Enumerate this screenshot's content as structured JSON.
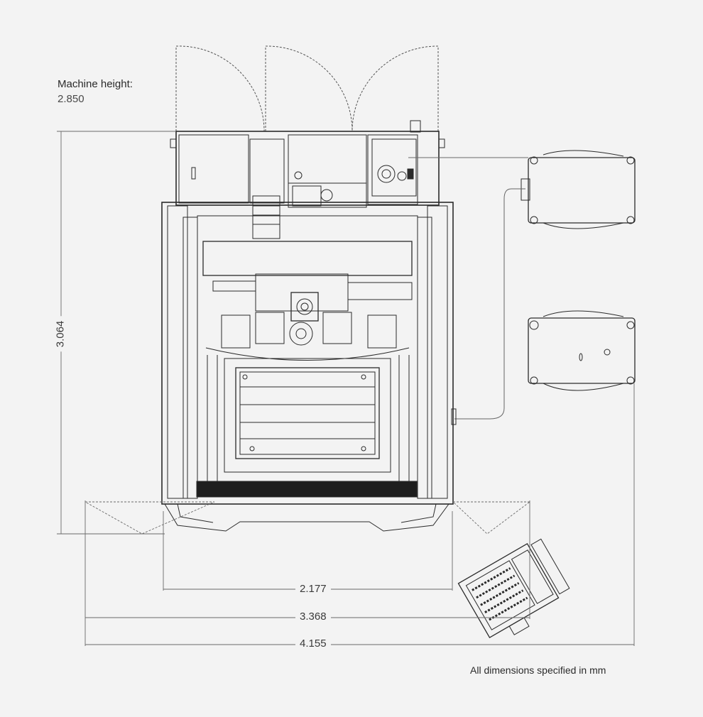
{
  "machine_height": {
    "label": "Machine height:",
    "value": "2.850"
  },
  "dimensions": {
    "depth": "3.064",
    "width_machine": "2.177",
    "width_doors": "3.368",
    "width_total": "4.155"
  },
  "note": "All dimensions specified in mm",
  "colors": {
    "background": "#f3f3f3",
    "line": "#2b2b2b",
    "dim_line": "#6a6a6a"
  }
}
